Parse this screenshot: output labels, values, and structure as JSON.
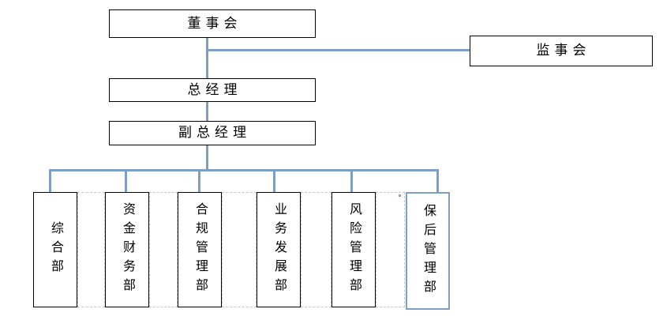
{
  "chart": {
    "type": "org-chart",
    "title": "",
    "accent_color": "#7D9FC6",
    "box_border_color": "#000000",
    "grid_color": "#c8c8c8",
    "background": "#ffffff"
  },
  "nodes": {
    "board": {
      "label": "董事会",
      "orientation": "horizontal",
      "border": "black"
    },
    "supervisors": {
      "label": "监事会",
      "orientation": "horizontal",
      "border": "black"
    },
    "general_manager": {
      "label": "总经理",
      "orientation": "horizontal",
      "border": "black"
    },
    "deputy_general_manager": {
      "label": "副总经理",
      "orientation": "horizontal",
      "border": "black"
    }
  },
  "departments": [
    {
      "label": "综合部",
      "border": "black"
    },
    {
      "label": "资金财务部",
      "border": "black"
    },
    {
      "label": "合规管理部",
      "border": "black"
    },
    {
      "label": "业务发展部",
      "border": "black"
    },
    {
      "label": "风险管理部",
      "border": "black"
    },
    {
      "label": "保后管理部",
      "border": "blue"
    }
  ],
  "hierarchy": {
    "board_reports": [
      "general_manager"
    ],
    "board_lateral": [
      "supervisors"
    ],
    "general_manager_reports": [
      "deputy_general_manager"
    ],
    "deputy_general_manager_reports": [
      "综合部",
      "资金财务部",
      "合规管理部",
      "业务发展部",
      "风险管理部",
      "保后管理部"
    ]
  }
}
